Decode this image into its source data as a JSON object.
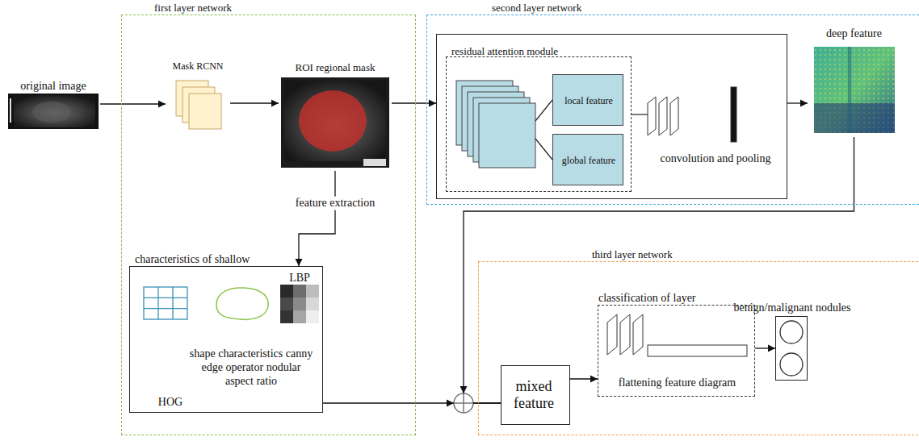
{
  "diagram": {
    "nodes": [
      {
        "text": [
          "first layer network"
        ]
      },
      {
        "text": [
          "original image"
        ]
      },
      {
        "text": [
          "Mask RCNN"
        ],
        "in": 0
      },
      {
        "text": [
          "ROI regional mask"
        ],
        "in": 0
      },
      {
        "text": [
          "characteristics of shallow",
          "HOG",
          "shape characteristics canny edge operator nodular aspect ratio",
          "LBP"
        ],
        "in": 0
      },
      {
        "text": [
          "second layer network"
        ]
      },
      {
        "text": [
          "convolution and pooling"
        ],
        "in": 5
      },
      {
        "text": [
          "residual attention module"
        ],
        "in": 6
      },
      {
        "text": [
          "local feature"
        ],
        "in": 7
      },
      {
        "text": [
          "global feature"
        ],
        "in": 7
      },
      {
        "text": [
          "deep feature"
        ],
        "in": 5
      },
      {
        "text": [
          "third layer network"
        ]
      },
      {
        "text": [
          "mixed feature"
        ],
        "in": 11
      },
      {
        "text": [
          "classification of layer",
          "flattening feature diagram"
        ],
        "in": 11
      },
      {
        "text": [
          "benign/malignant nodules"
        ],
        "in": 11
      }
    ],
    "edges": [
      {
        "from": 1,
        "to": 2,
        "arrow": "to"
      },
      {
        "from": 2,
        "to": 3,
        "arrow": "to"
      },
      {
        "from": 3,
        "to": 6,
        "arrow": "to"
      },
      {
        "from": 3,
        "to": 4,
        "label": "feature extraction",
        "arrow": "to"
      },
      {
        "from": 6,
        "to": 10,
        "arrow": "to"
      },
      {
        "from": 4,
        "to": 12,
        "arrow": "to"
      },
      {
        "from": 10,
        "to": 12,
        "arrow": "to"
      },
      {
        "from": 12,
        "to": 13,
        "arrow": "to"
      },
      {
        "from": 13,
        "to": 14,
        "arrow": "to"
      }
    ]
  }
}
